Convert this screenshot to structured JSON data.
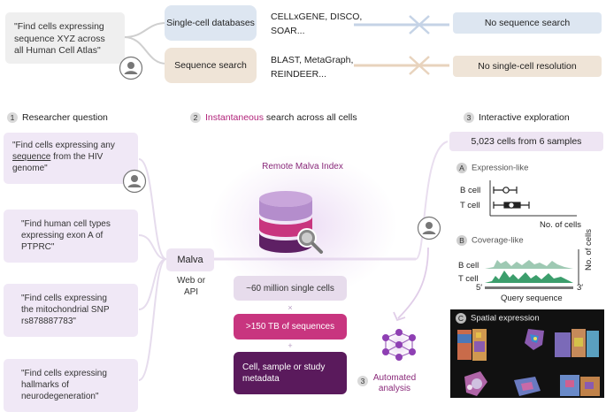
{
  "top": {
    "query": "\"Find cells expressing sequence XYZ across all Human Cell Atlas\"",
    "rows": [
      {
        "category": "Single-cell databases",
        "tools": "CELLxGENE, DISCO, SOAR...",
        "result": "No sequence search",
        "color": "#dde6f1"
      },
      {
        "category": "Sequence search",
        "tools": "BLAST, MetaGraph, REINDEER...",
        "result": "No single-cell resolution",
        "color": "#efe4d7"
      }
    ]
  },
  "sections": [
    {
      "num": "1",
      "title": "Researcher question"
    },
    {
      "num": "2",
      "title_highlight": "Instantaneous",
      "title_rest": " search across all cells"
    },
    {
      "num": "3",
      "title": "Interactive exploration"
    }
  ],
  "questions": [
    {
      "pre": "\"Find cells expressing any ",
      "underlined": "sequence",
      "post": " from the HIV genome\""
    },
    {
      "text": "\"Find human cell types expressing exon A of PTPRC\""
    },
    {
      "text": "\"Find cells expressing the mitochondrial SNP rs878887783\""
    },
    {
      "text": "\"Find cells expressing hallmarks of neurodegeneration\""
    }
  ],
  "malva": {
    "label": "Malva",
    "access": "Web or API"
  },
  "index": {
    "title": "Remote Malva Index",
    "cells": "~60 million single cells",
    "sep1": "×",
    "sequences": ">150 TB of sequences",
    "sep2": "+",
    "metadata": "Cell, sample or study metadata"
  },
  "automated": {
    "num": "3",
    "label": "Automated analysis"
  },
  "results": {
    "summary": "5,023 cells from 6 samples",
    "panel_a": {
      "letter": "A",
      "title": "Expression-like",
      "rows": [
        "B cell",
        "T cell"
      ],
      "xlabel": "No. of cells"
    },
    "panel_b": {
      "letter": "B",
      "title": "Coverage-like",
      "rows": [
        "B cell",
        "T cell"
      ],
      "start": "5′",
      "end": "3′",
      "xlabel": "Query sequence",
      "ylabel": "No. of cells"
    },
    "panel_c": {
      "letter": "C",
      "title": "Spatial expression"
    }
  },
  "colors": {
    "accent": "#b1237a",
    "lavender": "#f0e8f6",
    "purple_dark": "#5a1a5c",
    "green": "#3c9e6c"
  }
}
